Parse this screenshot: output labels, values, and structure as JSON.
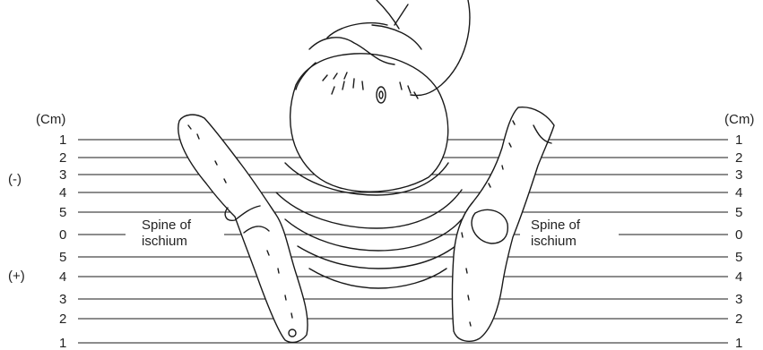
{
  "unit_left": "(Cm)",
  "unit_right": "(Cm)",
  "sign_minus": "(-)",
  "sign_plus": "(+)",
  "left_spine_label": {
    "line1": "Spine of",
    "line2": "ischium"
  },
  "right_spine_label": {
    "line1": "Spine of",
    "line2": "ischium"
  },
  "stations": [
    {
      "label": "1"
    },
    {
      "label": "2"
    },
    {
      "label": "3"
    },
    {
      "label": "4"
    },
    {
      "label": "5"
    },
    {
      "label": "0"
    },
    {
      "label": "5"
    },
    {
      "label": "4"
    },
    {
      "label": "3"
    },
    {
      "label": "2"
    },
    {
      "label": "1"
    }
  ]
}
